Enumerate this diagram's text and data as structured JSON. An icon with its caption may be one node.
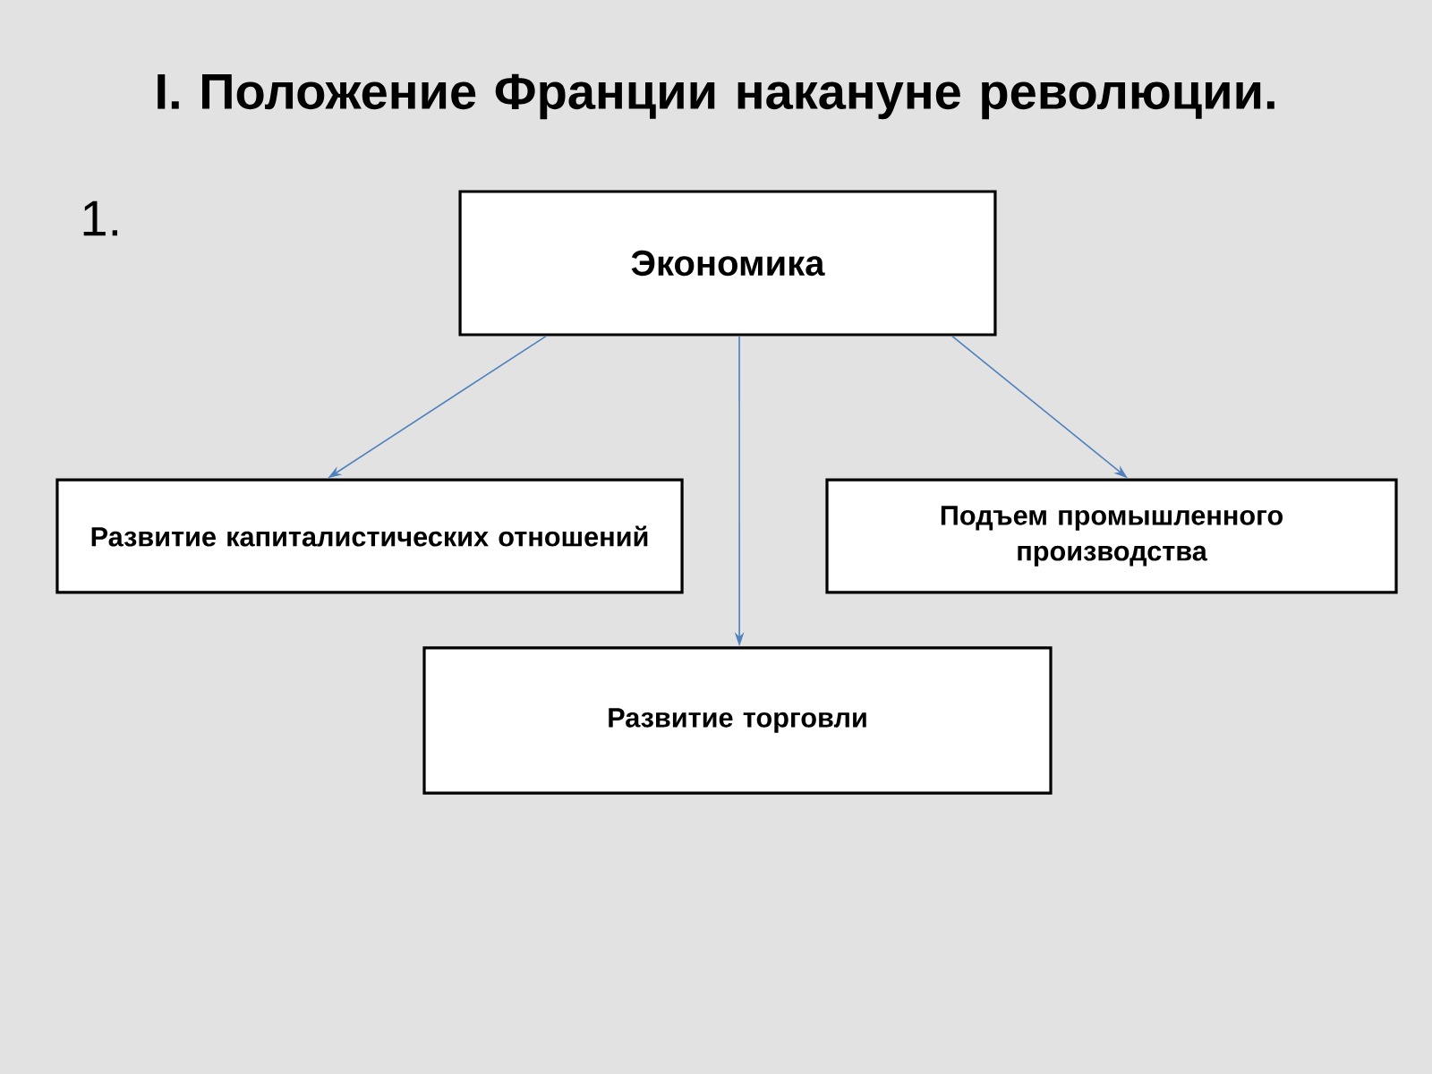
{
  "diagram": {
    "title": "I. Положение Франции накануне революции.",
    "nodes": [
      {
        "text": [
          "Экономика"
        ]
      },
      {
        "text": [
          "Развитие капиталистических отношений"
        ]
      },
      {
        "text": [
          "Подъем промышленного производства"
        ]
      },
      {
        "text": [
          "Развитие торговли"
        ]
      }
    ],
    "edges": [
      {
        "from": 0,
        "to": 1,
        "arrow": "to",
        "color": "#4f81bd"
      },
      {
        "from": 0,
        "to": 3,
        "arrow": "to",
        "color": "#4f81bd"
      },
      {
        "from": 0,
        "to": 2,
        "arrow": "to",
        "color": "#4f81bd"
      }
    ],
    "labels": [
      "1."
    ]
  }
}
